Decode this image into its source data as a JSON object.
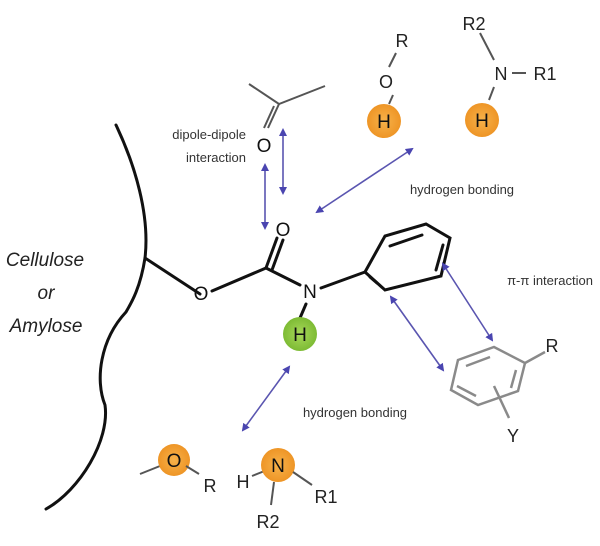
{
  "diagram": {
    "polymer": {
      "line1": "Cellulose",
      "line2": "or",
      "line3": "Amylose"
    },
    "selector": {
      "carbonyl_O": "O",
      "ester_O": "O",
      "amide_N": "N",
      "amide_H": "H"
    },
    "interactions": {
      "dipole_line1": "dipole-dipole",
      "dipole_line2": "interaction",
      "hbond_top": "hydrogen bonding",
      "hbond_bottom": "hydrogen bonding",
      "pi_pi": "π-π interaction"
    },
    "analytes": {
      "ketone_O": "O",
      "alcohol": {
        "O": "O",
        "R": "R",
        "H": "H"
      },
      "amine_top": {
        "N": "N",
        "R1": "R1",
        "R2": "R2",
        "H": "H"
      },
      "ether": {
        "O": "O",
        "R": "R"
      },
      "amine_bottom": {
        "H": "H",
        "N": "N",
        "R1": "R1",
        "R2": "R2"
      },
      "aromatic": {
        "R": "R",
        "Y": "Y"
      }
    },
    "colors": {
      "orange_highlight": "#f0a030",
      "green_highlight": "#8cc63f",
      "arrow": "#5a55b0"
    }
  }
}
